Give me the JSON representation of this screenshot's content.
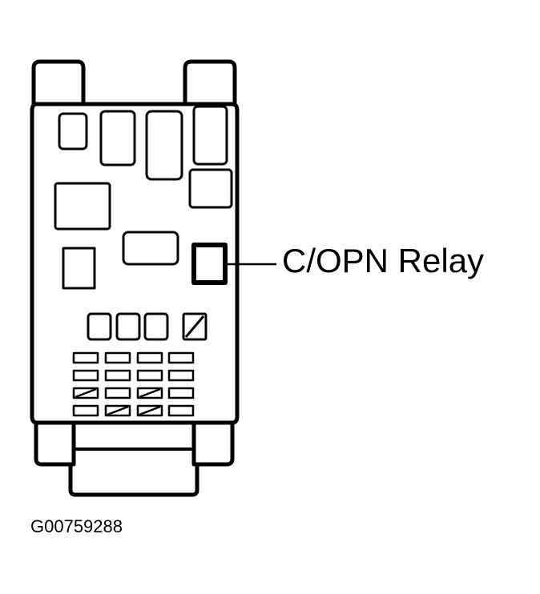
{
  "diagram": {
    "callout_label": "C/OPN Relay",
    "figure_id": "G00759288",
    "component": "fuse-relay-block",
    "highlighted_item": "c-opn-relay",
    "colors": {
      "stroke": "#000000",
      "background": "#ffffff"
    }
  }
}
